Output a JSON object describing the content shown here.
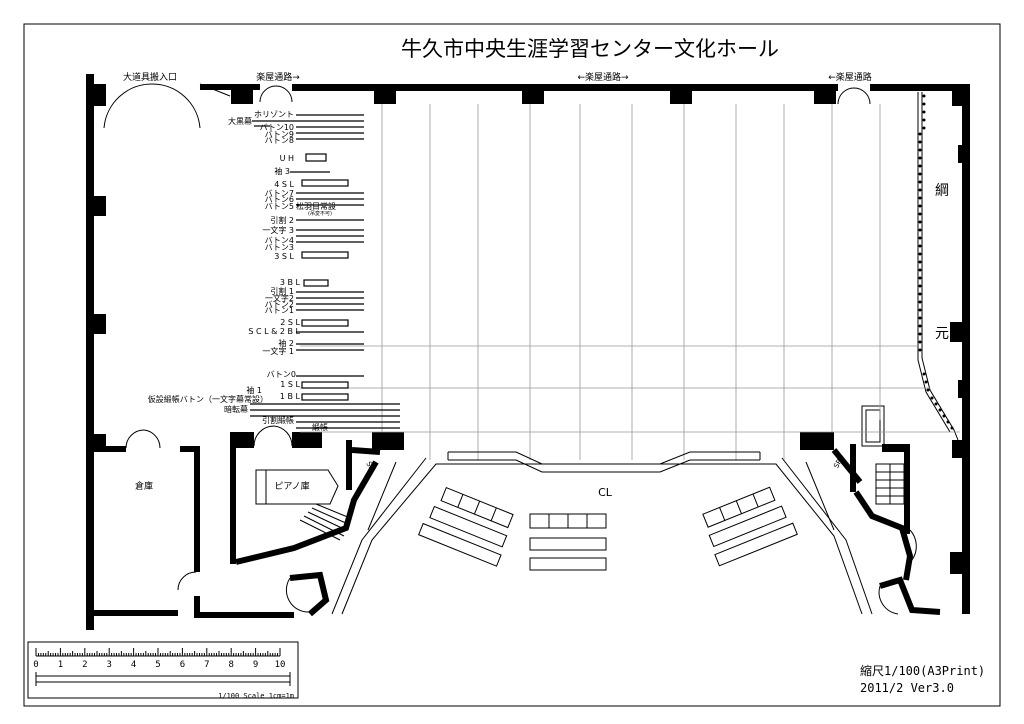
{
  "title": "牛久市中央生涯学習センター文化ホール",
  "top_labels": {
    "loading_entrance": "大道具搬入口",
    "passage_left": "楽屋通路→",
    "passage_center": "←楽屋通路→",
    "passage_right": "←楽屋通路"
  },
  "battens": [
    "ホリゾント",
    "大黒幕",
    "バトン10",
    "バトン9",
    "バトン8",
    "U H",
    "袖 3",
    "4 S L",
    "バトン7",
    "バトン6",
    "バトン5",
    "松羽目常設",
    "(吊変不可)",
    "引割 2",
    "一文字 3",
    "バトン4",
    "バトン3",
    "3 S L",
    "3 B L",
    "引割 1",
    "一文字2",
    "バトン2",
    "バトン1",
    "2 S L",
    "S C L & 2 B L",
    "袖 2",
    "一文字 1",
    "バトン0",
    "袖 1",
    "1 S L",
    "1 B L",
    "仮設緞帳バトン（一文字幕常設）",
    "暗転幕",
    "引割緞帳",
    "緞帳"
  ],
  "rooms": {
    "storage": "倉庫",
    "piano_storage": "ピアノ庫",
    "sp_left": "SP",
    "sp_right": "SP"
  },
  "center_line": "CL",
  "fly_gallery_label": [
    "綱",
    "元"
  ],
  "scale_bar": {
    "ticks": [
      "0",
      "1",
      "2",
      "3",
      "4",
      "5",
      "6",
      "7",
      "8",
      "9",
      "10"
    ],
    "caption": "1/100 Scale 1cm=1m"
  },
  "scale_text": "縮尺1/100(A3Print)",
  "version_text": "2011/2 Ver3.0"
}
